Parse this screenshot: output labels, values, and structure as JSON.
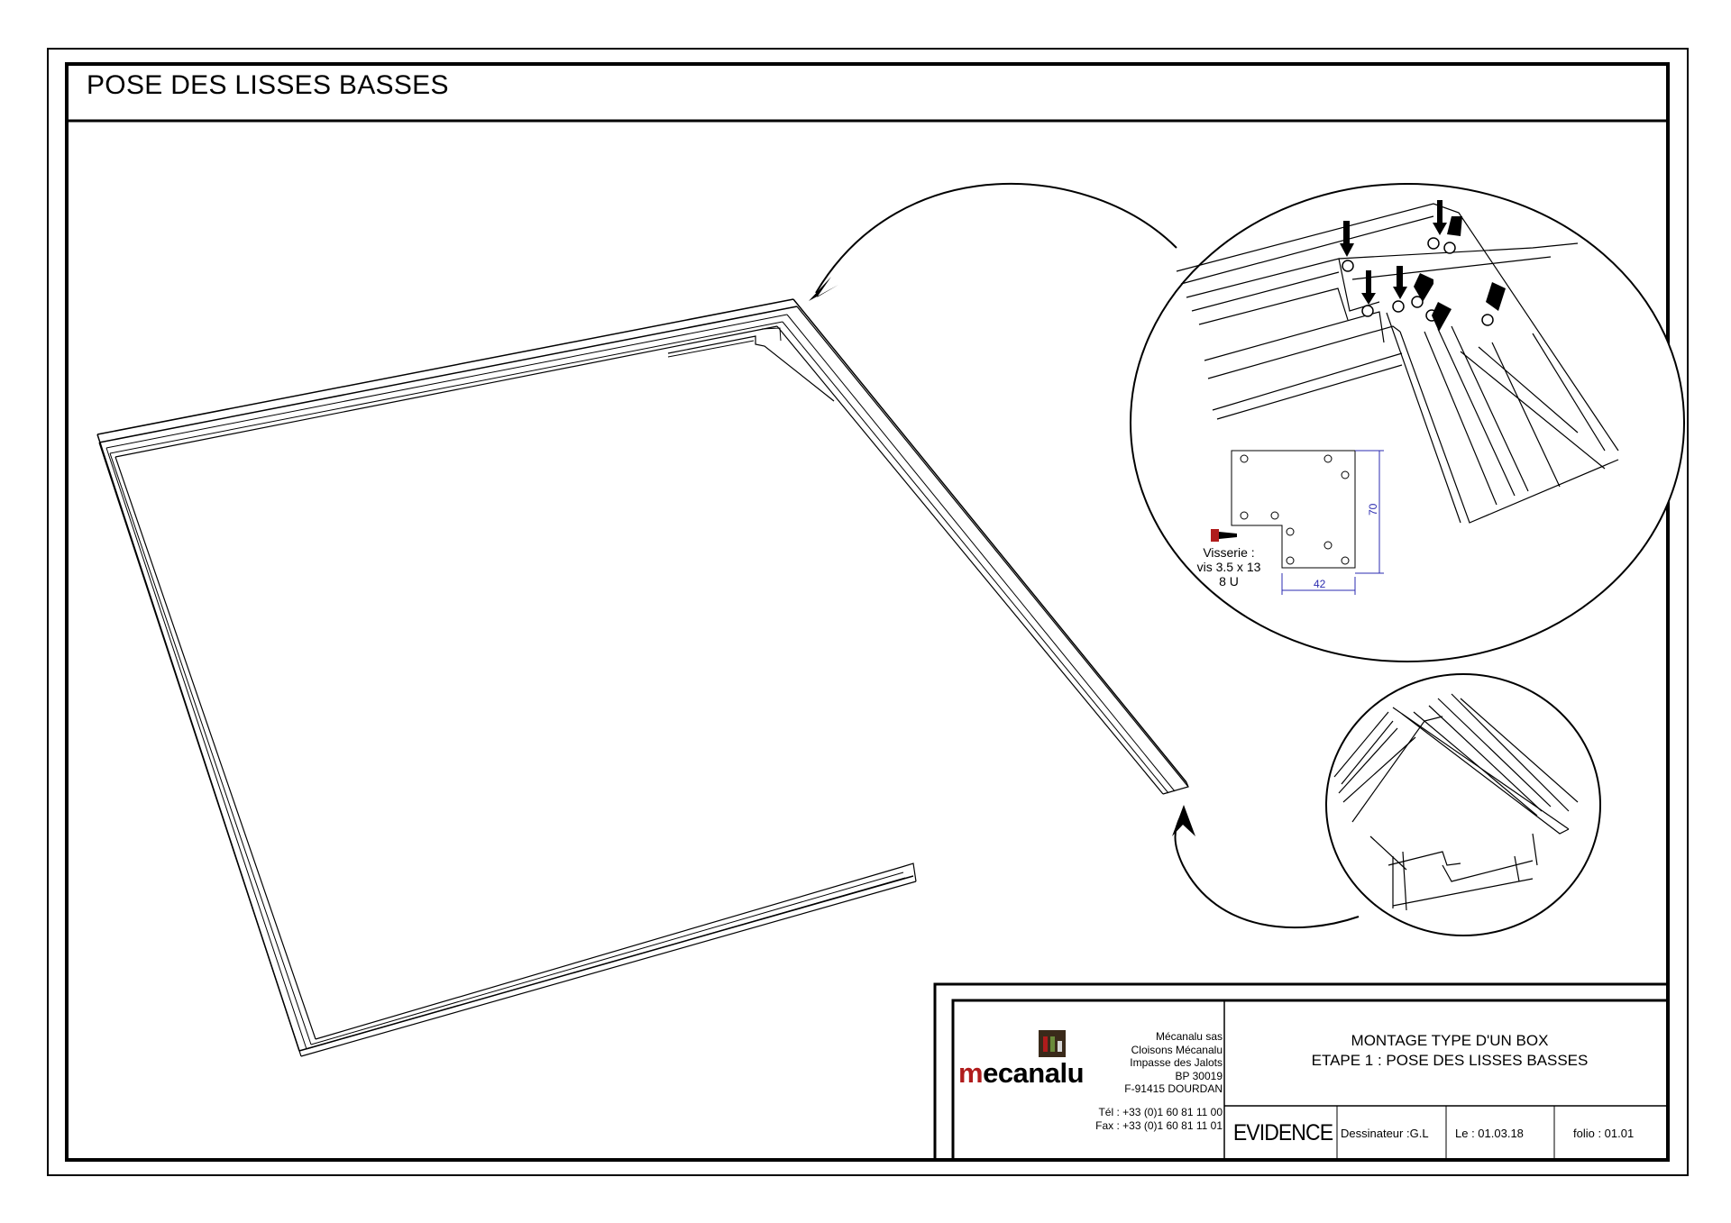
{
  "title": "POSE DES LISSES BASSES",
  "company": {
    "brand_prefix": "m",
    "brand_rest": "ecanalu",
    "address_lines": [
      "Mécanalu sas",
      "Cloisons Mécanalu",
      "Impasse des Jalots",
      "BP 30019",
      "F-91415 DOURDAN"
    ],
    "phone": "Tél : +33 (0)1 60 81 11 00",
    "fax": "Fax : +33 (0)1 60 81 11 01"
  },
  "cartouche": {
    "title_line1": "MONTAGE TYPE D'UN BOX",
    "title_line2": "ETAPE 1 : POSE DES LISSES BASSES",
    "product": "EVIDENCE",
    "designer": "Dessinateur :G.L",
    "date": "Le : 01.03.18",
    "folio": "folio : 01.01"
  },
  "detail": {
    "screws_label_1": "Visserie :",
    "screws_label_2": "vis 3.5 x 13",
    "screws_label_3": "8 U",
    "dim_height": "70",
    "dim_width": "42"
  },
  "colors": {
    "line": "#000000",
    "dimension": "#2b2bb0",
    "brand_red": "#b01c1c",
    "logo_green": "#6a8a3a"
  }
}
